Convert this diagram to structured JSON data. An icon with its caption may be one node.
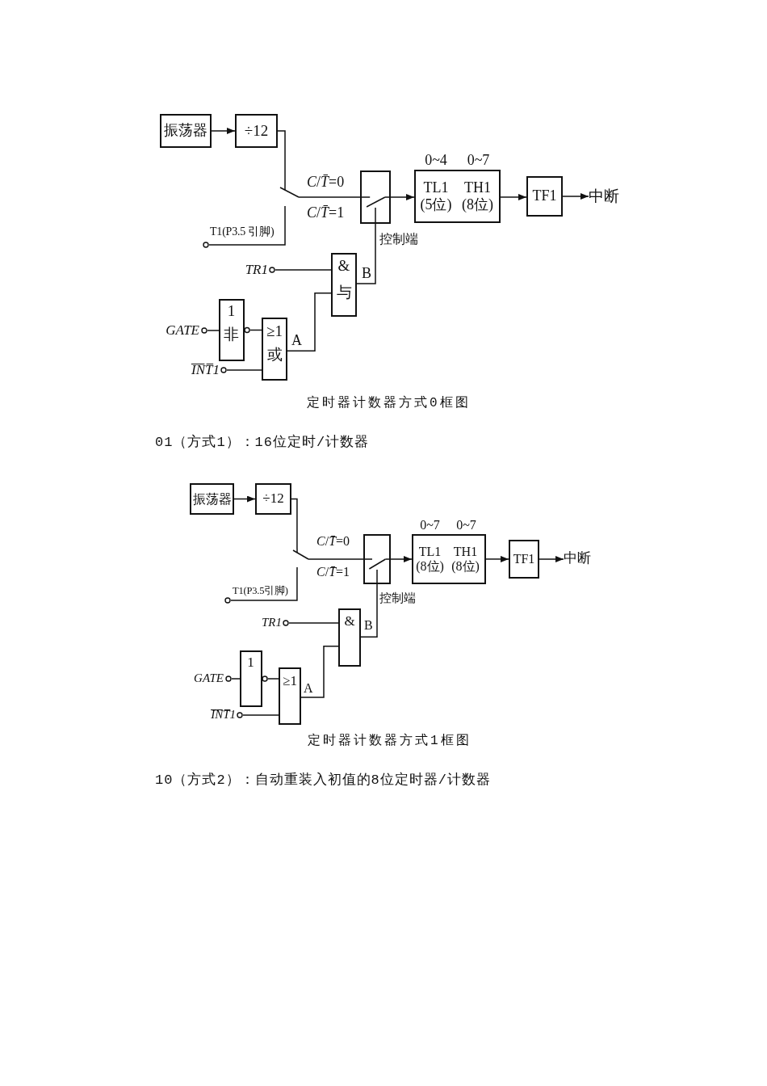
{
  "diagram": {
    "nodes": [
      {
        "text": [
          "振荡器"
        ]
      },
      {
        "text": [
          "÷12"
        ]
      },
      {
        "text": [],
        "shape": "switch",
        "beside": [
          "*C*/*T̄*=0",
          "*C*/*T̄*=1"
        ]
      },
      {
        "text": [],
        "shape": "box",
        "beside": [
          "控制端"
        ]
      },
      {
        "text": [
          "0~4",
          "TL1 (5位)"
        ]
      },
      {
        "text": [
          "0~7",
          "TH1 (8位)"
        ]
      },
      {
        "text": [
          "TF1"
        ]
      },
      {
        "text": [
          "中断"
        ]
      },
      {
        "text": [],
        "shape": "circle",
        "beside": [
          "T1(P3.5 引脚)"
        ]
      },
      {
        "text": [],
        "shape": "circle",
        "beside": [
          "TR1"
        ]
      },
      {
        "text": [
          "&",
          "与"
        ]
      },
      {
        "text": [],
        "shape": "circle",
        "beside": [
          "GATE"
        ]
      },
      {
        "text": [
          "1",
          "非"
        ]
      },
      {
        "text": [],
        "shape": "circle",
        "beside": [
          "I̅N̅T̅1"
        ]
      },
      {
        "text": [
          "≥1",
          "或"
        ]
      },
      {
        "text": [
          "振荡器"
        ]
      },
      {
        "text": [
          "÷12"
        ]
      },
      {
        "text": [],
        "shape": "switch",
        "beside": [
          "*C*/*T̄*=0",
          "*C*/*T̄*=1"
        ]
      },
      {
        "text": [],
        "shape": "box",
        "beside": [
          "控制端"
        ]
      },
      {
        "text": [
          "0~7",
          "TL1 (8位)"
        ]
      },
      {
        "text": [
          "0~7",
          "TH1 (8位)"
        ]
      },
      {
        "text": [
          "TF1"
        ]
      },
      {
        "text": [
          "中断"
        ]
      },
      {
        "text": [],
        "shape": "circle",
        "beside": [
          "T1(P3.5引脚)"
        ]
      },
      {
        "text": [],
        "shape": "circle",
        "beside": [
          "TR1"
        ]
      },
      {
        "text": [
          "&"
        ]
      },
      {
        "text": [],
        "shape": "circle",
        "beside": [
          "GATE"
        ]
      },
      {
        "text": [
          "1"
        ]
      },
      {
        "text": [],
        "shape": "circle",
        "beside": [
          "I̅N̅T̅1"
        ]
      },
      {
        "text": [
          "≥1"
        ]
      }
    ],
    "edges": [
      {
        "from": 0,
        "to": 1,
        "arrow": "to"
      },
      {
        "from": 1,
        "to": 2,
        "arrow": "none"
      },
      {
        "from": 8,
        "to": 2,
        "arrow": "none"
      },
      {
        "from": 2,
        "to": 3,
        "arrow": "none"
      },
      {
        "from": 3,
        "to": 4,
        "arrow": "to"
      },
      {
        "from": 5,
        "to": 6,
        "arrow": "to"
      },
      {
        "from": 6,
        "to": 7,
        "arrow": "to"
      },
      {
        "from": 9,
        "to": 10,
        "arrow": "none"
      },
      {
        "from": 11,
        "to": 12,
        "arrow": "none"
      },
      {
        "from": 12,
        "to": 14,
        "arrow": "none"
      },
      {
        "from": 13,
        "to": 14,
        "arrow": "none"
      },
      {
        "from": 14,
        "to": 10,
        "arrow": "none",
        "label": "A"
      },
      {
        "from": 10,
        "to": 3,
        "arrow": "none",
        "label": "B"
      },
      {
        "from": 15,
        "to": 16,
        "arrow": "to"
      },
      {
        "from": 16,
        "to": 17,
        "arrow": "none"
      },
      {
        "from": 23,
        "to": 17,
        "arrow": "none"
      },
      {
        "from": 17,
        "to": 18,
        "arrow": "none"
      },
      {
        "from": 18,
        "to": 19,
        "arrow": "to"
      },
      {
        "from": 20,
        "to": 21,
        "arrow": "to"
      },
      {
        "from": 21,
        "to": 22,
        "arrow": "to"
      },
      {
        "from": 24,
        "to": 25,
        "arrow": "none"
      },
      {
        "from": 26,
        "to": 27,
        "arrow": "none"
      },
      {
        "from": 27,
        "to": 29,
        "arrow": "none"
      },
      {
        "from": 28,
        "to": 29,
        "arrow": "none"
      },
      {
        "from": 29,
        "to": 25,
        "arrow": "none",
        "label": "A"
      },
      {
        "from": 25,
        "to": 18,
        "arrow": "none",
        "label": "B"
      }
    ],
    "labels": [
      "定时器计数器方式0框图",
      "01（方式1）：16位定时/计数器",
      "定时器计数器方式1框图",
      "10（方式2）：自动重装入初值的8位定时器/计数器"
    ]
  }
}
